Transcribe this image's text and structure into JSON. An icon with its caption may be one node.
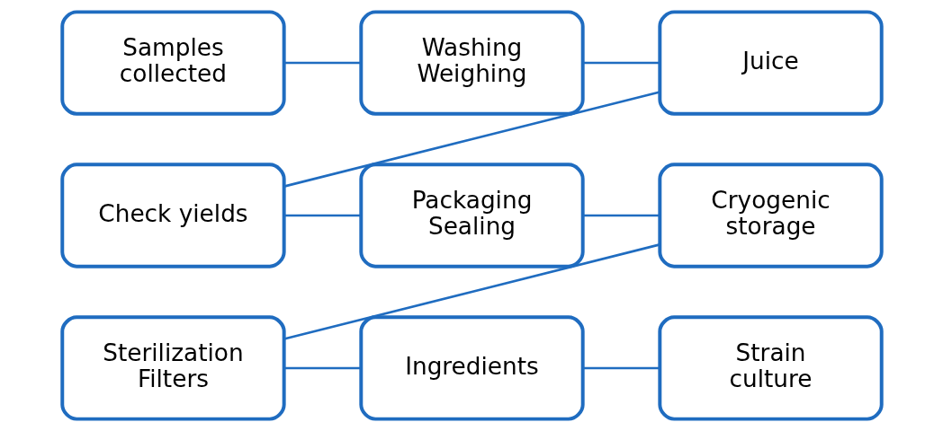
{
  "diagram": {
    "nodes": [
      {
        "text": [
          "Samples collected"
        ]
      },
      {
        "text": [
          "Washing Weighing"
        ]
      },
      {
        "text": [
          "Juice"
        ]
      },
      {
        "text": [
          "Check yields"
        ]
      },
      {
        "text": [
          "Packaging Sealing"
        ]
      },
      {
        "text": [
          "Cryogenic storage"
        ]
      },
      {
        "text": [
          "Sterilization Filters"
        ]
      },
      {
        "text": [
          "Ingredients"
        ]
      },
      {
        "text": [
          "Strain culture"
        ]
      }
    ],
    "edges": [
      {
        "from": 0,
        "to": 1,
        "arrow": "none"
      },
      {
        "from": 1,
        "to": 2,
        "arrow": "none"
      },
      {
        "from": 2,
        "to": 3,
        "arrow": "none"
      },
      {
        "from": 3,
        "to": 4,
        "arrow": "none"
      },
      {
        "from": 4,
        "to": 5,
        "arrow": "none"
      },
      {
        "from": 5,
        "to": 6,
        "arrow": "none"
      },
      {
        "from": 6,
        "to": 7,
        "arrow": "none"
      },
      {
        "from": 7,
        "to": 8,
        "arrow": "none"
      }
    ]
  }
}
